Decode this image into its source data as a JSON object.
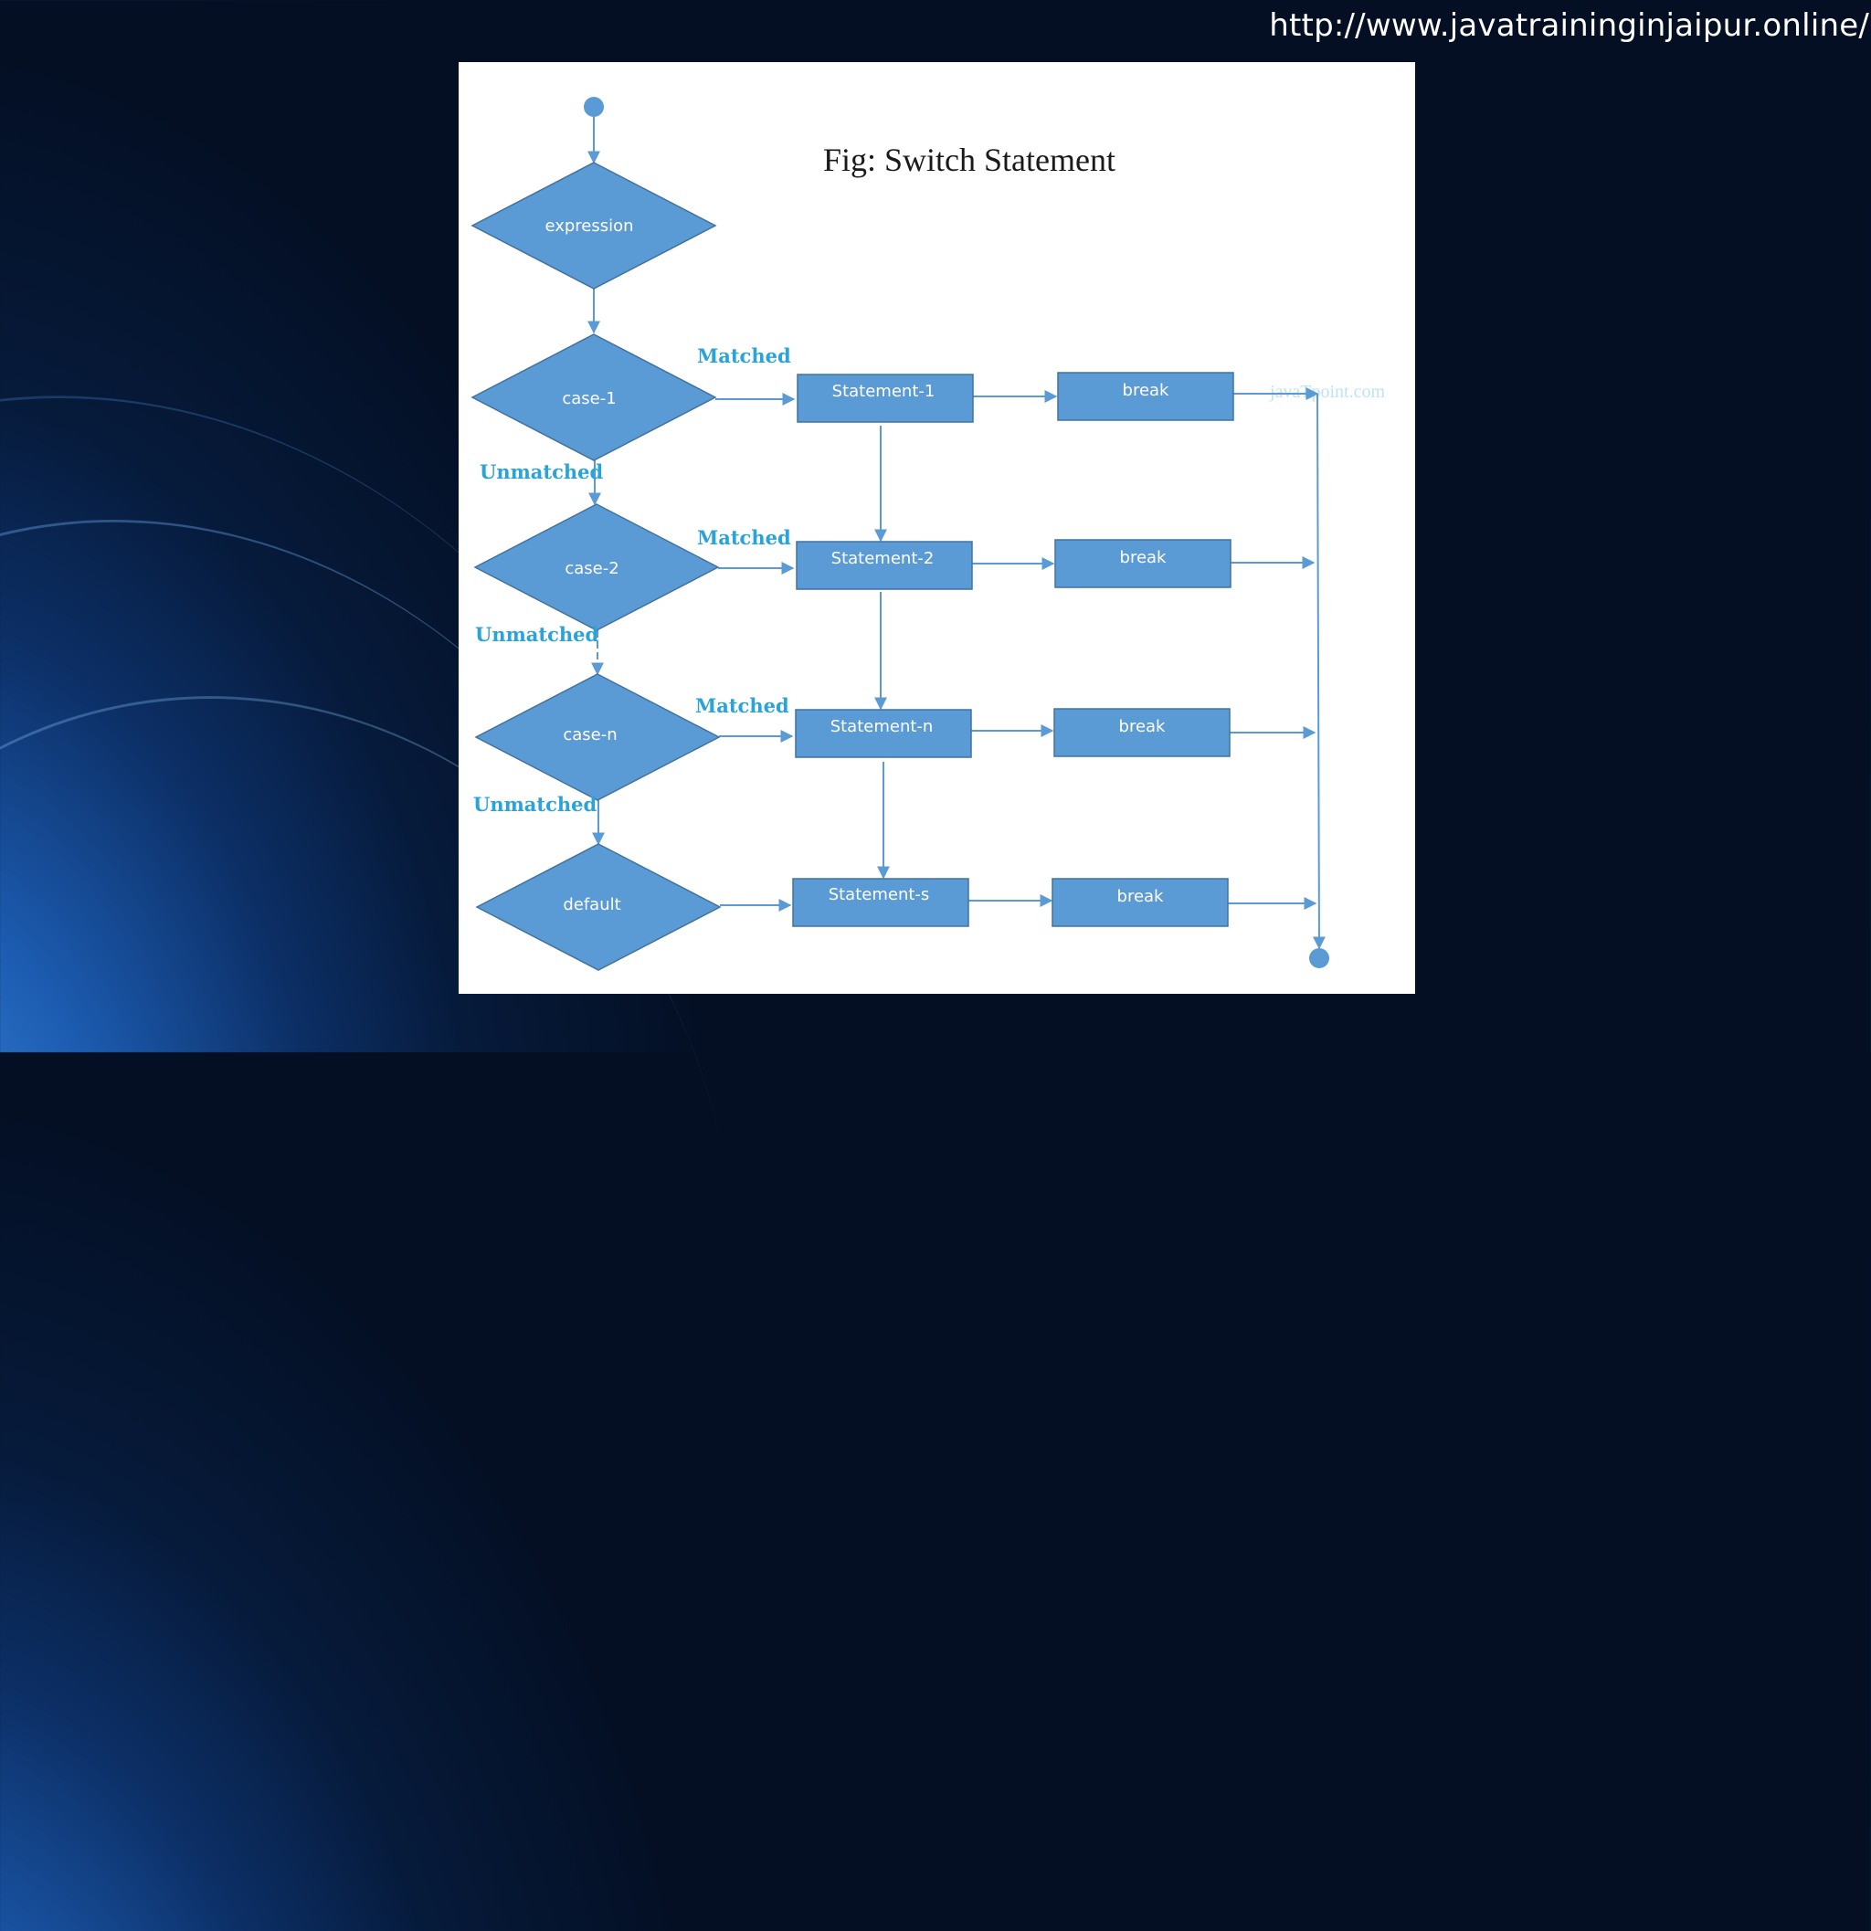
{
  "header": {
    "url": "http://www.javatraininginjaipur.online/"
  },
  "diagram": {
    "title": "Fig: Switch Statement",
    "watermark": "javaTpoint.com",
    "nodes": {
      "expression": "expression",
      "case1": "case-1",
      "case2": "case-2",
      "casen": "case-n",
      "default": "default",
      "statement1": "Statement-1",
      "statement2": "Statement-2",
      "statementn": "Statement-n",
      "statements": "Statement-s",
      "break1": "break",
      "break2": "break",
      "breakn": "break",
      "breaks": "break"
    },
    "edge_labels": {
      "matched1": "Matched",
      "matched2": "Matched",
      "matchedn": "Matched",
      "unmatched1": "Unmatched",
      "unmatched2": "Unmatched",
      "unmatchedn": "Unmatched"
    }
  },
  "colors": {
    "shape_fill": "#5b9bd5",
    "shape_stroke": "#41729f",
    "edge": "#5b9bd5",
    "label": "#2aa3d8"
  }
}
